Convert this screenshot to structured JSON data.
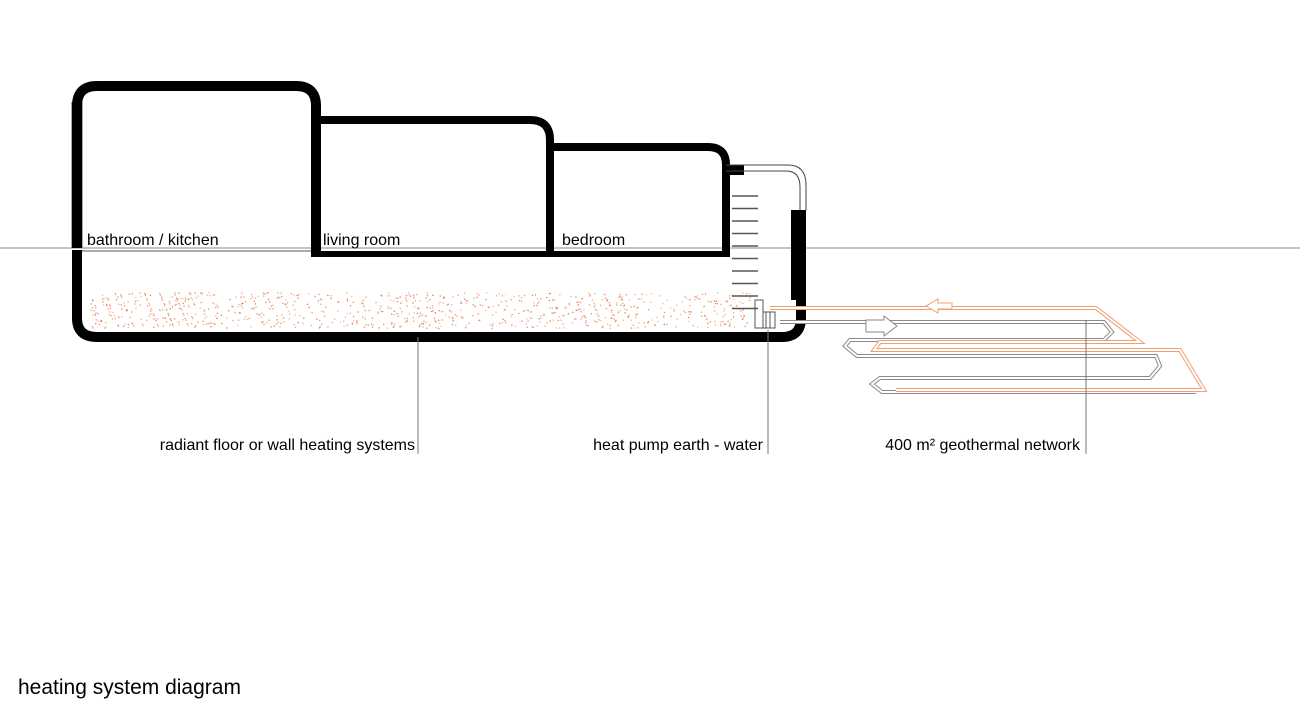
{
  "diagram": {
    "title": "heating system diagram",
    "rooms": [
      {
        "key": "bathroom",
        "label": "bathroom / kitchen"
      },
      {
        "key": "living",
        "label": "living room"
      },
      {
        "key": "bedroom",
        "label": "bedroom"
      }
    ],
    "callouts": [
      {
        "key": "radiant",
        "label": "radiant floor or wall heating systems"
      },
      {
        "key": "heat-pump",
        "label": "heat pump earth - water"
      },
      {
        "key": "geothermal",
        "label": "400 m² geothermal network"
      }
    ],
    "colors": {
      "wall": "#000000",
      "ground_line": "#888888",
      "heat_dots": "#e8703a",
      "warm_pipe": "#f0a070",
      "cold_pipe": "#8a8a8a"
    }
  }
}
